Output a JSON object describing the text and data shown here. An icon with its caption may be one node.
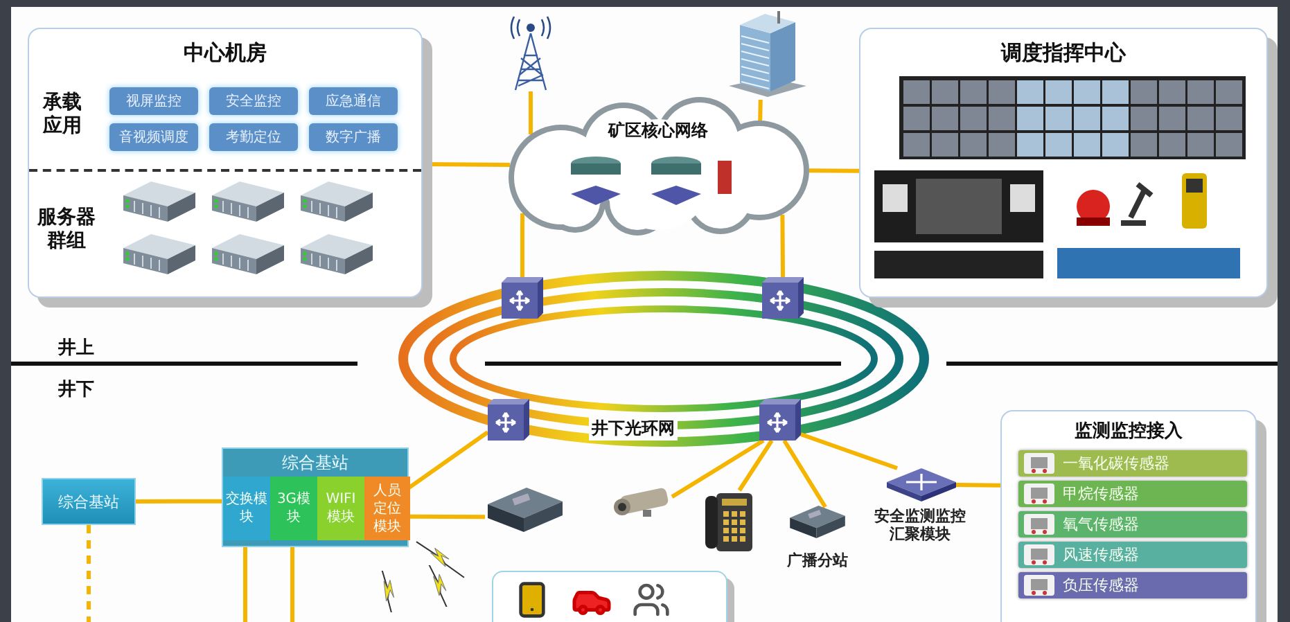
{
  "diagram": {
    "nodes": [
      {
        "text": [
          "中心机房",
          "承载应用",
          "服务器群组"
        ]
      },
      {
        "text": [
          "视屏监控"
        ],
        "in": 0
      },
      {
        "text": [
          "安全监控"
        ],
        "in": 0
      },
      {
        "text": [
          "应急通信"
        ],
        "in": 0
      },
      {
        "text": [
          "音视频调度"
        ],
        "in": 0
      },
      {
        "text": [
          "考勤定位"
        ],
        "in": 0
      },
      {
        "text": [
          "数字广播"
        ],
        "in": 0
      },
      {
        "text": [],
        "shape": "picture"
      },
      {
        "text": [],
        "shape": "picture"
      },
      {
        "text": [
          "矿区核心网络"
        ]
      },
      {
        "text": [
          "调度指挥中心"
        ]
      },
      {
        "text": [],
        "shape": "picture"
      },
      {
        "text": [],
        "shape": "picture"
      },
      {
        "text": [],
        "shape": "picture"
      },
      {
        "text": [],
        "shape": "picture"
      },
      {
        "text": [
          "综合基站"
        ]
      },
      {
        "text": [
          "综合基站"
        ]
      },
      {
        "text": [
          "交换模块"
        ],
        "in": 16
      },
      {
        "text": [
          "3G模块"
        ],
        "in": 16
      },
      {
        "text": [
          "WIFI模块"
        ],
        "in": 16
      },
      {
        "text": [
          "人员定位模块"
        ],
        "in": 16
      },
      {
        "text": [],
        "shape": "picture"
      },
      {
        "text": [],
        "shape": "picture"
      },
      {
        "text": [],
        "shape": "picture"
      },
      {
        "text": [],
        "shape": "picture",
        "beside": [
          "广播分站"
        ]
      },
      {
        "text": [],
        "shape": "picture",
        "beside": [
          "安全监测监控汇聚模块"
        ]
      },
      {
        "text": [
          "监测监控接入"
        ]
      },
      {
        "text": [
          "一氧化碳传感器"
        ],
        "in": 26
      },
      {
        "text": [
          "甲烷传感器"
        ],
        "in": 26
      },
      {
        "text": [
          "氧气传感器"
        ],
        "in": 26
      },
      {
        "text": [
          "风速传感器"
        ],
        "in": 26
      },
      {
        "text": [
          "负压传感器"
        ],
        "in": 26
      },
      {
        "text": [],
        "shape": "box"
      }
    ],
    "edges": [
      {
        "from": 0,
        "to": 9,
        "arrow": "none"
      },
      {
        "from": 7,
        "to": 9,
        "arrow": "none"
      },
      {
        "from": 8,
        "to": 9,
        "arrow": "none"
      },
      {
        "from": 9,
        "to": 10,
        "arrow": "none"
      },
      {
        "from": 9,
        "to": 11,
        "arrow": "none"
      },
      {
        "from": 9,
        "to": 12,
        "arrow": "none"
      },
      {
        "from": 15,
        "to": 17,
        "arrow": "none"
      },
      {
        "from": 15,
        "to": null,
        "arrow": "none",
        "style": "dashed"
      },
      {
        "from": 17,
        "to": null,
        "arrow": "none"
      },
      {
        "from": 18,
        "to": null,
        "arrow": "none"
      },
      {
        "from": 20,
        "to": 13,
        "arrow": "none"
      },
      {
        "from": 20,
        "to": 21,
        "arrow": "none"
      },
      {
        "from": 14,
        "to": 22,
        "arrow": "none"
      },
      {
        "from": 14,
        "to": 23,
        "arrow": "none"
      },
      {
        "from": 14,
        "to": 24,
        "arrow": "none"
      },
      {
        "from": 14,
        "to": 25,
        "arrow": "none"
      },
      {
        "from": 25,
        "to": 26,
        "arrow": "none"
      }
    ],
    "labels": [
      "井上",
      "井下",
      "井下光环网"
    ]
  }
}
